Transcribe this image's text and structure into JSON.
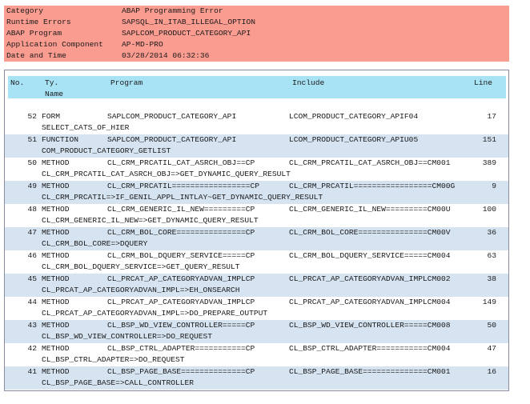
{
  "header": {
    "rows": [
      {
        "key": "Category",
        "value": "ABAP Programming Error"
      },
      {
        "key": "Runtime Errors",
        "value": "SAPSQL_IN_ITAB_ILLEGAL_OPTION"
      },
      {
        "key": "ABAP Program",
        "value": "SAPLCOM_PRODUCT_CATEGORY_API"
      },
      {
        "key": "Application Component",
        "value": "AP-MD-PRO"
      },
      {
        "key": "Date and Time",
        "value": "03/28/2014 06:32:36"
      }
    ]
  },
  "table": {
    "columns": {
      "no": "No.",
      "ty": "Ty.",
      "name": "Name",
      "program": "Program",
      "include": "Include",
      "line": "Line"
    },
    "rows": [
      {
        "no": "52",
        "ty": "FORM",
        "program": "SAPLCOM_PRODUCT_CATEGORY_API",
        "include": "LCOM_PRODUCT_CATEGORY_APIF04",
        "line": "17",
        "name": "SELECT_CATS_OF_HIER"
      },
      {
        "no": "51",
        "ty": "FUNCTION",
        "program": "SAPLCOM_PRODUCT_CATEGORY_API",
        "include": "LCOM_PRODUCT_CATEGORY_APIU05",
        "line": "151",
        "name": "COM_PRODUCT_CATEGORY_GETLIST"
      },
      {
        "no": "50",
        "ty": "METHOD",
        "program": "CL_CRM_PRCATIL_CAT_ASRCH_OBJ==CP",
        "include": "CL_CRM_PRCATIL_CAT_ASRCH_OBJ==CM001",
        "line": "389",
        "name": "CL_CRM_PRCATIL_CAT_ASRCH_OBJ=>GET_DYNAMIC_QUERY_RESULT"
      },
      {
        "no": "49",
        "ty": "METHOD",
        "program": "CL_CRM_PRCATIL=================CP",
        "include": "CL_CRM_PRCATIL=================CM00G",
        "line": "9",
        "name": "CL_CRM_PRCATIL=>IF_GENIL_APPL_INTLAY~GET_DYNAMIC_QUERY_RESULT"
      },
      {
        "no": "48",
        "ty": "METHOD",
        "program": "CL_CRM_GENERIC_IL_NEW=========CP",
        "include": "CL_CRM_GENERIC_IL_NEW=========CM00U",
        "line": "100",
        "name": "CL_CRM_GENERIC_IL_NEW=>GET_DYNAMIC_QUERY_RESULT"
      },
      {
        "no": "47",
        "ty": "METHOD",
        "program": "CL_CRM_BOL_CORE===============CP",
        "include": "CL_CRM_BOL_CORE===============CM00V",
        "line": "36",
        "name": "CL_CRM_BOL_CORE=>DQUERY"
      },
      {
        "no": "46",
        "ty": "METHOD",
        "program": "CL_CRM_BOL_DQUERY_SERVICE=====CP",
        "include": "CL_CRM_BOL_DQUERY_SERVICE=====CM004",
        "line": "63",
        "name": "CL_CRM_BOL_DQUERY_SERVICE=>GET_QUERY_RESULT"
      },
      {
        "no": "45",
        "ty": "METHOD",
        "program": "CL_PRCAT_AP_CATEGORYADVAN_IMPLCP",
        "include": "CL_PRCAT_AP_CATEGORYADVAN_IMPLCM002",
        "line": "38",
        "name": "CL_PRCAT_AP_CATEGORYADVAN_IMPL=>EH_ONSEARCH"
      },
      {
        "no": "44",
        "ty": "METHOD",
        "program": "CL_PRCAT_AP_CATEGORYADVAN_IMPLCP",
        "include": "CL_PRCAT_AP_CATEGORYADVAN_IMPLCM004",
        "line": "149",
        "name": "CL_PRCAT_AP_CATEGORYADVAN_IMPL=>DO_PREPARE_OUTPUT"
      },
      {
        "no": "43",
        "ty": "METHOD",
        "program": "CL_BSP_WD_VIEW_CONTROLLER=====CP",
        "include": "CL_BSP_WD_VIEW_CONTROLLER=====CM008",
        "line": "50",
        "name": "CL_BSP_WD_VIEW_CONTROLLER=>DO_REQUEST"
      },
      {
        "no": "42",
        "ty": "METHOD",
        "program": "CL_BSP_CTRL_ADAPTER===========CP",
        "include": "CL_BSP_CTRL_ADAPTER===========CM004",
        "line": "47",
        "name": "CL_BSP_CTRL_ADAPTER=>DO_REQUEST"
      },
      {
        "no": "41",
        "ty": "METHOD",
        "program": "CL_BSP_PAGE_BASE==============CP",
        "include": "CL_BSP_PAGE_BASE==============CM001",
        "line": "16",
        "name": "CL_BSP_PAGE_BASE=>CALL_CONTROLLER"
      }
    ]
  }
}
